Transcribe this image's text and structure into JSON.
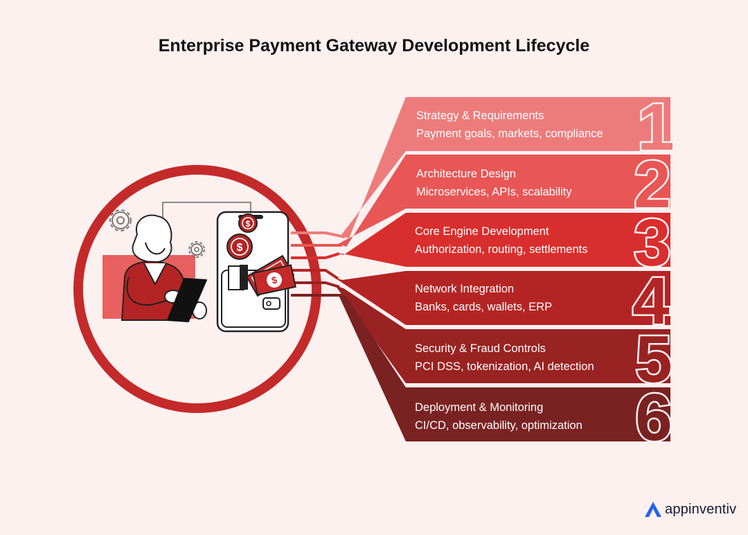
{
  "title": "Enterprise Payment Gateway Development Lifecycle",
  "steps": [
    {
      "number": "1",
      "title": "Strategy & Requirements",
      "desc": "Payment goals, markets, compliance",
      "color": "#ee7b7b"
    },
    {
      "number": "2",
      "title": "Architecture Design",
      "desc": "Microservices, APIs, scalability",
      "color": "#e85656"
    },
    {
      "number": "3",
      "title": "Core Engine Development",
      "desc": "Authorization, routing, settlements",
      "color": "#d92e2e"
    },
    {
      "number": "4",
      "title": "Network Integration",
      "desc": "Banks, cards, wallets, ERP",
      "color": "#b52424"
    },
    {
      "number": "5",
      "title": "Security & Fraud Controls",
      "desc": "PCI DSS, tokenization, AI detection",
      "color": "#992222"
    },
    {
      "number": "6",
      "title": "Deployment & Monitoring",
      "desc": "CI/CD, observability, optimization",
      "color": "#7a2222"
    }
  ],
  "brand": {
    "name": "appinventiv",
    "accent": "#2563eb"
  },
  "icons": [
    "gear-icon",
    "dollar-coin-icon",
    "wallet-icon",
    "phone-icon"
  ]
}
